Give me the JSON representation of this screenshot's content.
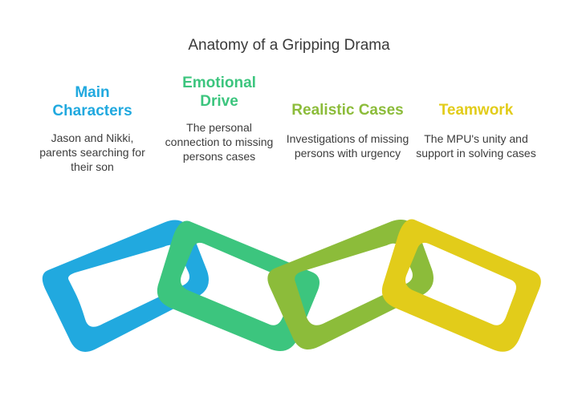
{
  "title": "Anatomy of a Gripping Drama",
  "columns": [
    {
      "heading": "Main Characters",
      "heading_lines": [
        "Main",
        "Characters"
      ],
      "description": "Jason and Nikki, parents searching for their son",
      "color": "#21a9df"
    },
    {
      "heading": "Emotional Drive",
      "heading_lines": [
        "Emotional",
        "Drive"
      ],
      "description": "The personal connection to missing persons cases",
      "color": "#3cc57e"
    },
    {
      "heading": "Realistic Cases",
      "heading_lines": [
        "Realistic Cases"
      ],
      "description": "Investigations of missing persons with urgency",
      "color": "#8cbc3a"
    },
    {
      "heading": "Teamwork",
      "heading_lines": [
        "Teamwork"
      ],
      "description": "The MPU's unity and support in solving cases",
      "color": "#e2cc1a"
    }
  ],
  "chain": {
    "links": [
      {
        "name": "link-main-characters",
        "color": "#21a9df"
      },
      {
        "name": "link-emotional-drive",
        "color": "#3cc57e"
      },
      {
        "name": "link-realistic-cases",
        "color": "#8cbc3a"
      },
      {
        "name": "link-teamwork",
        "color": "#e2cc1a"
      }
    ]
  }
}
